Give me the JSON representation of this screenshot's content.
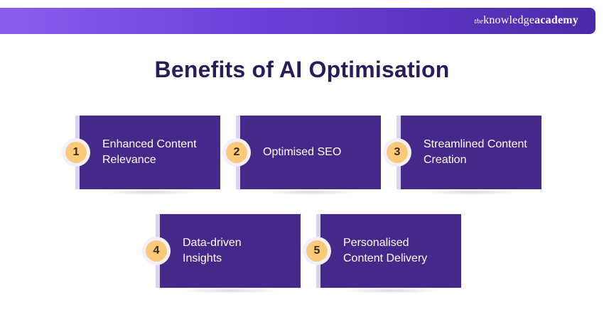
{
  "header": {
    "brand_the": "the",
    "brand_knowledge": "knowledge",
    "brand_academy": "academy"
  },
  "title": "Benefits of AI Optimisation",
  "colors": {
    "card": "#44298a",
    "badge": "#fbc97a",
    "title": "#2a1c5a",
    "header_start": "#8b5cf0",
    "header_end": "#4a2aa8"
  },
  "cards": [
    {
      "number": "1",
      "label": "Enhanced Content Relevance"
    },
    {
      "number": "2",
      "label": "Optimised SEO"
    },
    {
      "number": "3",
      "label": "Streamlined Content Creation"
    },
    {
      "number": "4",
      "label": "Data-driven Insights"
    },
    {
      "number": "5",
      "label": "Personalised Content Delivery"
    }
  ]
}
